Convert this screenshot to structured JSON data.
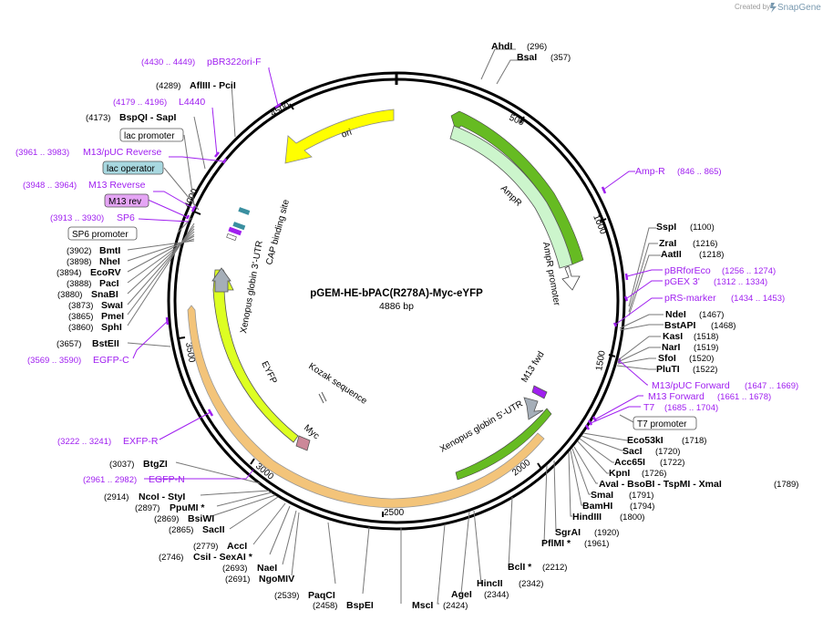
{
  "header": {
    "created_by": "Created by",
    "brand": "SnapGene"
  },
  "plasmid": {
    "name": "pGEM-HE-bPAC(R278A)-Myc-eYFP",
    "size_label": "4886 bp"
  },
  "ticks": [
    "500",
    "1000",
    "1500",
    "2000",
    "2500",
    "3000",
    "3500",
    "4000",
    "4500"
  ],
  "features": {
    "ori": "ori",
    "ampr": "AmpR",
    "ampr_promoter": "AmpR promoter",
    "xg3": "Xenopus globin 3'-UTR",
    "cap": "CAP binding site",
    "eyfp": "EYFP",
    "myc": "Myc",
    "kozak": "Kozak sequence",
    "xg5": "Xenopus globin 5'-UTR",
    "m13fwd": "M13 fwd"
  },
  "sites": {
    "ahdi": {
      "name": "AhdI",
      "pos": "(296)"
    },
    "bsai": {
      "name": "BsaI",
      "pos": "(357)"
    },
    "sspi": {
      "name": "SspI",
      "pos": "(1100)"
    },
    "zrai": {
      "name": "ZraI",
      "pos": "(1216)"
    },
    "aatii": {
      "name": "AatII",
      "pos": "(1218)"
    },
    "ndei": {
      "name": "NdeI",
      "pos": "(1467)"
    },
    "bstapi": {
      "name": "BstAPI",
      "pos": "(1468)"
    },
    "kasi": {
      "name": "KasI",
      "pos": "(1518)"
    },
    "nari": {
      "name": "NarI",
      "pos": "(1519)"
    },
    "sfoi": {
      "name": "SfoI",
      "pos": "(1520)"
    },
    "pluti": {
      "name": "PluTI",
      "pos": "(1522)"
    },
    "eco53ki": {
      "name": "Eco53kI",
      "pos": "(1718)"
    },
    "saci": {
      "name": "SacI",
      "pos": "(1720)"
    },
    "acc65i": {
      "name": "Acc65I",
      "pos": "(1722)"
    },
    "kpni": {
      "name": "KpnI",
      "pos": "(1726)"
    },
    "avai": {
      "name": "AvaI - BsoBI - TspMI - XmaI",
      "pos": "(1789)"
    },
    "smai": {
      "name": "SmaI",
      "pos": "(1791)"
    },
    "bamhi": {
      "name": "BamHI",
      "pos": "(1794)"
    },
    "hindiii": {
      "name": "HindIII",
      "pos": "(1800)"
    },
    "sgrai": {
      "name": "SgrAI",
      "pos": "(1920)"
    },
    "pflmi": {
      "name": "PflMI *",
      "pos": "(1961)"
    },
    "bcli": {
      "name": "BclI *",
      "pos": "(2212)"
    },
    "hincii": {
      "name": "HincII",
      "pos": "(2342)"
    },
    "agei": {
      "name": "AgeI",
      "pos": "(2344)"
    },
    "msci": {
      "name": "MscI",
      "pos": "(2424)"
    },
    "bspei": {
      "name": "BspEI",
      "pos": "(2458)"
    },
    "paqci": {
      "name": "PaqCI",
      "pos": "(2539)"
    },
    "ngomiv": {
      "name": "NgoMIV",
      "pos": "(2691)"
    },
    "naei": {
      "name": "NaeI",
      "pos": "(2693)"
    },
    "csii": {
      "name": "CsiI - SexAI *",
      "pos": "(2746)"
    },
    "acci": {
      "name": "AccI",
      "pos": "(2779)"
    },
    "sacii": {
      "name": "SacII",
      "pos": "(2865)"
    },
    "bsiwi": {
      "name": "BsiWI",
      "pos": "(2869)"
    },
    "ppumi": {
      "name": "PpuMI *",
      "pos": "(2897)"
    },
    "ncoi": {
      "name": "NcoI - StyI",
      "pos": "(2914)"
    },
    "btgzi": {
      "name": "BtgZI",
      "pos": "(3037)"
    },
    "bsteii": {
      "name": "BstEII",
      "pos": "(3657)"
    },
    "sphi": {
      "name": "SphI",
      "pos": "(3860)"
    },
    "pmei": {
      "name": "PmeI",
      "pos": "(3865)"
    },
    "swai": {
      "name": "SwaI",
      "pos": "(3873)"
    },
    "snabi": {
      "name": "SnaBI",
      "pos": "(3880)"
    },
    "paci": {
      "name": "PacI",
      "pos": "(3888)"
    },
    "ecorv": {
      "name": "EcoRV",
      "pos": "(3894)"
    },
    "nhei": {
      "name": "NheI",
      "pos": "(3898)"
    },
    "bmti": {
      "name": "BmtI",
      "pos": "(3902)"
    },
    "bspqi": {
      "name": "BspQI - SapI",
      "pos": "(4173)"
    },
    "afliii": {
      "name": "AflIII - PciI",
      "pos": "(4289)"
    }
  },
  "primers": {
    "pbr322": {
      "name": "pBR322ori-F",
      "pos": "(4430 .. 4449)"
    },
    "l4440": {
      "name": "L4440",
      "pos": "(4179 .. 4196)"
    },
    "m13puc_rev": {
      "name": "M13/pUC Reverse",
      "pos": "(3961 .. 3983)"
    },
    "m13_rev_primer": {
      "name": "M13 Reverse",
      "pos": "(3948 .. 3964)"
    },
    "sp6": {
      "name": "SP6",
      "pos": "(3913 .. 3930)"
    },
    "egfp_c": {
      "name": "EGFP-C",
      "pos": "(3569 .. 3590)"
    },
    "exfp_r": {
      "name": "EXFP-R",
      "pos": "(3222 .. 3241)"
    },
    "egfp_n": {
      "name": "EGFP-N",
      "pos": "(2961 .. 2982)"
    },
    "amp_r": {
      "name": "Amp-R",
      "pos": "(846 .. 865)"
    },
    "pbrforeco": {
      "name": "pBRforEco",
      "pos": "(1256 .. 1274)"
    },
    "pgex3": {
      "name": "pGEX 3'",
      "pos": "(1312 .. 1334)"
    },
    "prs": {
      "name": "pRS-marker",
      "pos": "(1434 .. 1453)"
    },
    "m13puc_fwd": {
      "name": "M13/pUC Forward",
      "pos": "(1647 .. 1669)"
    },
    "m13_fwd": {
      "name": "M13 Forward",
      "pos": "(1661 .. 1678)"
    },
    "t7": {
      "name": "T7",
      "pos": "(1685 .. 1704)"
    }
  },
  "boxes": {
    "lac_promoter": "lac promoter",
    "lac_operator": "lac operator",
    "m13_rev": "M13 rev",
    "sp6_promoter": "SP6 promoter",
    "t7_promoter": "T7 promoter"
  },
  "colors": {
    "ori": "#ffff00",
    "ampr": "#ccf5cc",
    "ampr_stripe": "#66bb22",
    "eyfp": "#ddff22",
    "utr": "#f3c47a",
    "myc": "#cc8899",
    "utr_arrow": "#a5aeb8",
    "primer": "#a020f0",
    "lac_operator_box": "#a8d8e0",
    "m13rev_box": "#e5a5f5"
  }
}
